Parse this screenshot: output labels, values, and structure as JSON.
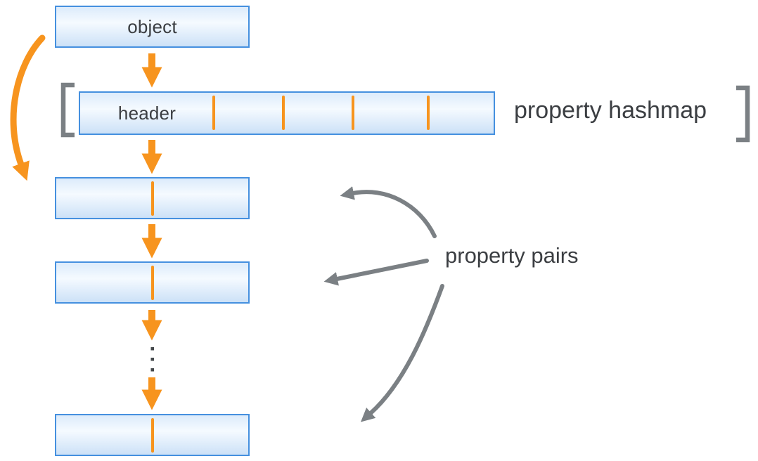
{
  "object_box": {
    "label": "object"
  },
  "hashmap": {
    "header_label": "header",
    "annotation": "property hashmap",
    "slot_count": 4
  },
  "property_pairs": {
    "annotation": "property pairs",
    "visible_pair_count": 3,
    "ellipsis_dot_count": 3
  },
  "colors": {
    "orange": "#f7941e",
    "box_border": "#4590df",
    "box_fill_top": "#dcebfb",
    "box_fill_mid": "#f5faff",
    "box_fill_bottom": "#cce1f7",
    "gray": "#7b8084",
    "text": "#3b3e42",
    "dots": "#44484b",
    "bg": "#ffffff"
  }
}
